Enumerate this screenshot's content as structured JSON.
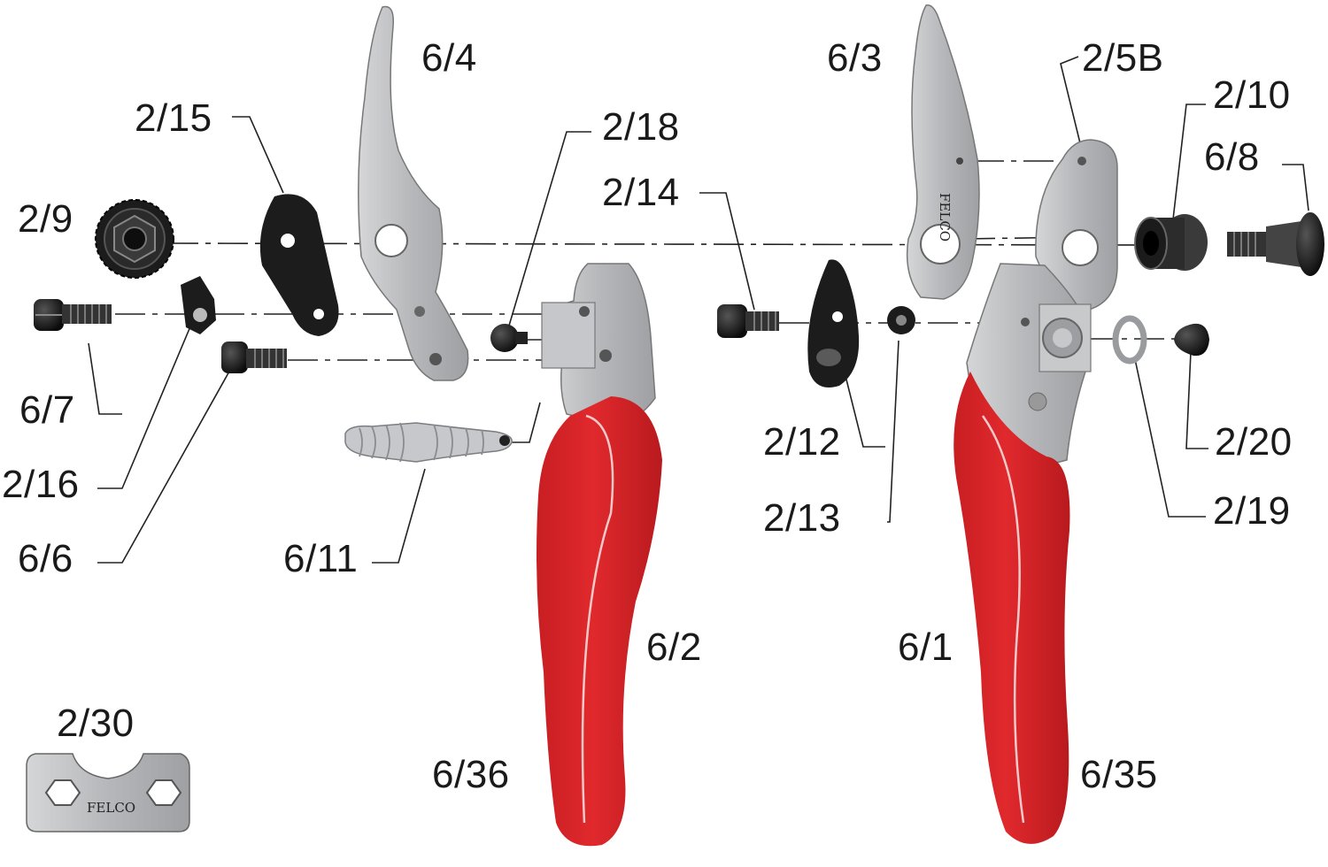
{
  "parts": [
    {
      "id": "6/4"
    },
    {
      "id": "6/3"
    },
    {
      "id": "2/5B"
    },
    {
      "id": "2/10"
    },
    {
      "id": "6/8"
    },
    {
      "id": "2/15"
    },
    {
      "id": "2/18"
    },
    {
      "id": "2/14"
    },
    {
      "id": "2/9"
    },
    {
      "id": "6/7"
    },
    {
      "id": "2/16"
    },
    {
      "id": "6/6"
    },
    {
      "id": "6/11"
    },
    {
      "id": "2/12"
    },
    {
      "id": "2/13"
    },
    {
      "id": "2/20"
    },
    {
      "id": "2/19"
    },
    {
      "id": "6/2"
    },
    {
      "id": "6/1"
    },
    {
      "id": "2/30"
    },
    {
      "id": "6/36"
    },
    {
      "id": "6/35"
    }
  ],
  "brand_stamp": "FELCO",
  "colors": {
    "handle_red": "#d9262a",
    "steel_gray": "#b8b9bc",
    "dark_part": "#1c1c1c",
    "label_text": "#1a1a1a"
  }
}
